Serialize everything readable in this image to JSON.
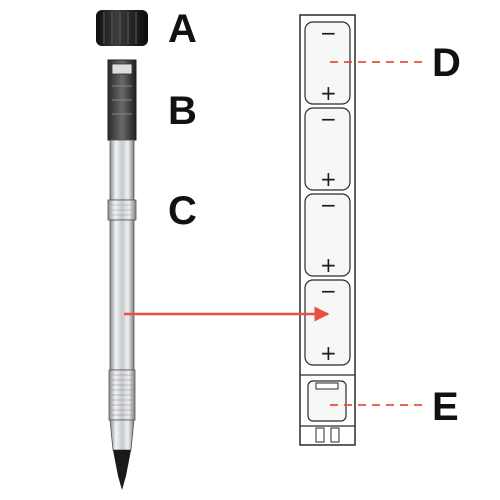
{
  "labels": {
    "a": "A",
    "b": "B",
    "c": "C",
    "d": "D",
    "e": "E"
  },
  "cells": [
    {
      "top_sign": "−",
      "bottom_sign": "+"
    },
    {
      "top_sign": "−",
      "bottom_sign": "+"
    },
    {
      "top_sign": "−",
      "bottom_sign": "+"
    },
    {
      "top_sign": "−",
      "bottom_sign": "+"
    }
  ],
  "colors": {
    "arrow": "#e8503f",
    "leader": "#e8503f",
    "outline": "#2a2a2a",
    "cap": "#222222",
    "metal": "#c9ccd0"
  },
  "icons": [
    "pen-cap-icon",
    "battery-pack-icon",
    "battery-cell-icon",
    "switch-icon"
  ]
}
